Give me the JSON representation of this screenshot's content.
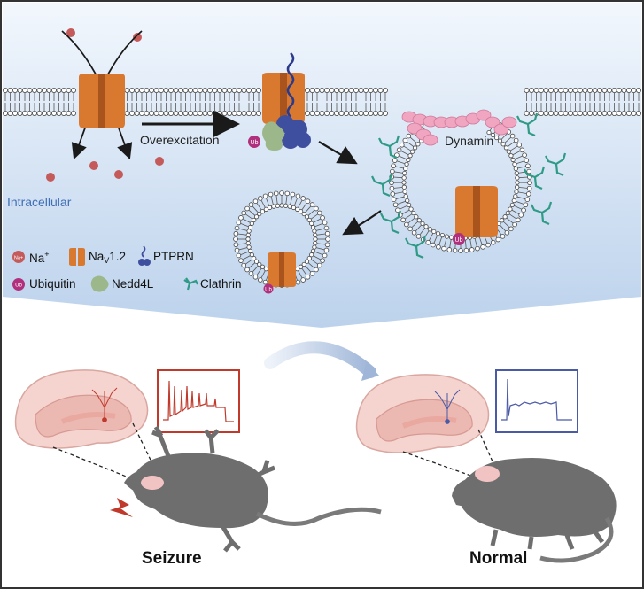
{
  "labels": {
    "overexcitation": "Overexcitation",
    "intracellular": "Intracellular",
    "dynamin": "Dynamin",
    "seizure": "Seizure",
    "normal": "Normal"
  },
  "legend": {
    "na_base": "Na",
    "na_sup": "+",
    "nav_base": "Na",
    "nav_sub": "V",
    "nav_rest": "1.2",
    "ptprn": "PTPRN",
    "ubiquitin": "Ubiquitin",
    "nedd4l": "Nedd4L",
    "clathrin": "Clathrin"
  },
  "icon_text": {
    "na_ion": "Na+",
    "ub": "Ub"
  },
  "colors": {
    "channel": "#d9792f",
    "channel_dark": "#a8541c",
    "ubiquitin": "#b0307d",
    "nedd4l": "#9cb88a",
    "ptprn": "#3f4fa0",
    "clathrin": "#2f9a86",
    "dynamin": "#f0a5c0",
    "na_ion": "#c45a5a",
    "seizure_trace": "#c0392b",
    "normal_trace": "#4a5aa6",
    "mouse": "#6e6e6e",
    "intracellular_text": "#3f6fb5"
  }
}
